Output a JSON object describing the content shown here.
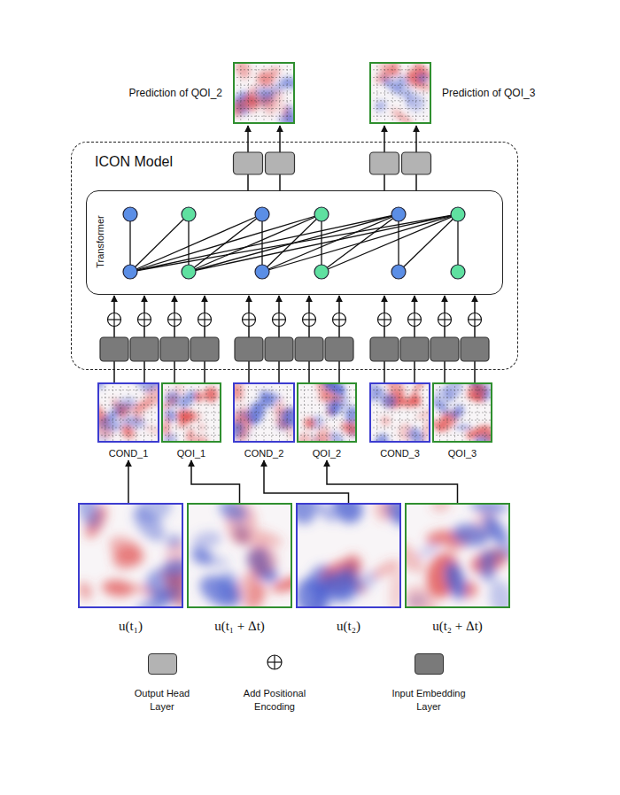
{
  "diagram": {
    "nodes": [
      {
        "text": [
          "Prediction of QOI_2"
        ]
      },
      {
        "text": [
          "Prediction of QOI_3"
        ]
      },
      {
        "text": [
          "ICON Model"
        ]
      },
      {
        "text": [
          "Transformer"
        ],
        "in": 2
      },
      {
        "text": [
          "COND_1"
        ]
      },
      {
        "text": [
          "QOI_1"
        ]
      },
      {
        "text": [
          "COND_2"
        ]
      },
      {
        "text": [
          "QOI_2"
        ]
      },
      {
        "text": [
          "COND_3"
        ]
      },
      {
        "text": [
          "QOI_3"
        ]
      },
      {
        "text": [
          "u(t₁)"
        ]
      },
      {
        "text": [
          "u(t₁ + Δt)"
        ]
      },
      {
        "text": [
          "u(t₂)"
        ]
      },
      {
        "text": [
          "u(t₂ + Δt)"
        ]
      }
    ],
    "edges": [
      {
        "from": 10,
        "to": 4,
        "arrow": "to"
      },
      {
        "from": 11,
        "to": 5,
        "arrow": "to"
      },
      {
        "from": 12,
        "to": 6,
        "arrow": "to"
      },
      {
        "from": 13,
        "to": 7,
        "arrow": "to"
      }
    ],
    "legend": [
      {
        "text": "Output Head Layer",
        "color": "#b3b3b3"
      },
      {
        "text": "Add Positional Encoding"
      },
      {
        "text": "Input Embedding Layer",
        "color": "#7a7a7a"
      }
    ]
  }
}
